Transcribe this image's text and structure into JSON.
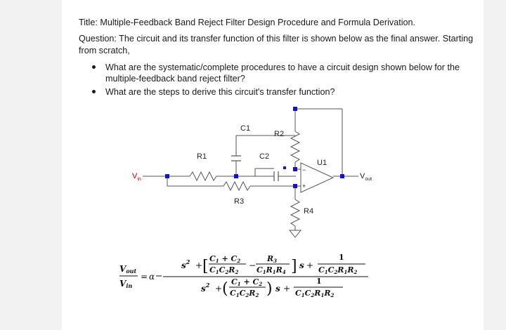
{
  "document": {
    "title": "Title: Multiple-Feedback Band Reject Filter Design Procedure and Formula Derivation.",
    "question": "Question: The circuit and its transfer function of this filter is shown below as the final answer. Starting from scratch,",
    "bullets": [
      "What are the systematic/complete procedures to have a circuit design shown below for the multiple-feedback band reject filter?",
      "What are the steps to derive this circuit's transfer function?"
    ]
  },
  "circuit": {
    "labels": {
      "c1": "C1",
      "r2": "R2",
      "r1": "R1",
      "c2": "C2",
      "u1": "U1",
      "r3": "R3",
      "r4": "R4",
      "vin_main": "V",
      "vin_sub": "in",
      "vout_main": "V",
      "vout_sub": "out",
      "plus": "+",
      "minus": "−"
    },
    "colors": {
      "wire": "#555555",
      "node": "#1515c0",
      "label": "#222222",
      "vin": "#c00000"
    }
  },
  "formula": {
    "lhs_num": "V",
    "lhs_num_sub": "out",
    "lhs_den": "V",
    "lhs_den_sub": "in",
    "equals": "=",
    "alpha": "α",
    "s2": "s",
    "sq": "2",
    "plus": "+",
    "minus": "−",
    "s": "s",
    "one": "1",
    "c1c2_top": "C",
    "idx1": "1",
    "idx2": "2",
    "idx4": "4",
    "R3": "R",
    "idx3": "3"
  }
}
